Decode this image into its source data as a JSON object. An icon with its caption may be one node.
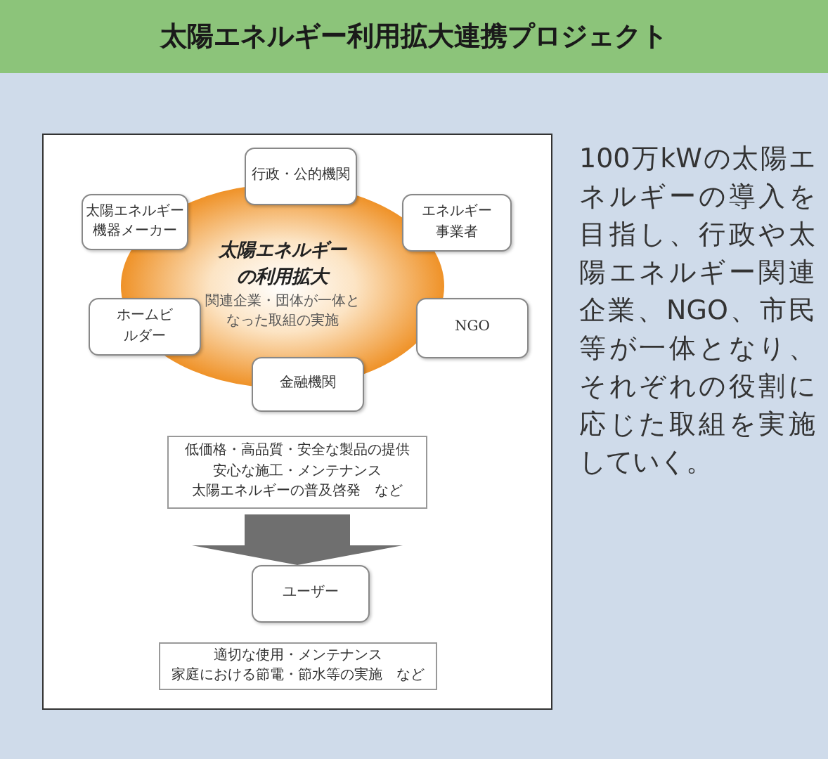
{
  "diagram": {
    "title": "太陽エネルギー利用拡大連携プロジェクト",
    "nodes": [
      {
        "text": [
          "太陽エネルギーの利用拡大",
          "関連企業・団体が一体となった取組の実施"
        ]
      },
      {
        "text": [
          "行政・公的機関"
        ]
      },
      {
        "text": [
          "太陽エネルギー機器メーカー"
        ]
      },
      {
        "text": [
          "エネルギー事業者"
        ]
      },
      {
        "text": [
          "ホームビルダー"
        ]
      },
      {
        "text": [
          "NGO"
        ]
      },
      {
        "text": [
          "金融機関"
        ]
      },
      {
        "text": [
          "低価格・高品質・安全な製品の提供",
          "安心な施工・メンテナンス",
          "太陽エネルギーの普及啓発　など"
        ]
      },
      {
        "text": [
          "ユーザー"
        ]
      },
      {
        "text": [
          "適切な使用・メンテナンス",
          "家庭における節電・節水等の実施　など"
        ]
      }
    ],
    "edges": [
      {
        "from": 7,
        "to": 8,
        "arrow": "to",
        "style": "thick"
      }
    ],
    "labels": [
      "100万kWの太陽エネルギーの導入を目指し、行政や太陽エネルギー関連企業、NGO、市民等が一体となり、それぞれの役割に応じた取組を実施していく。"
    ]
  }
}
